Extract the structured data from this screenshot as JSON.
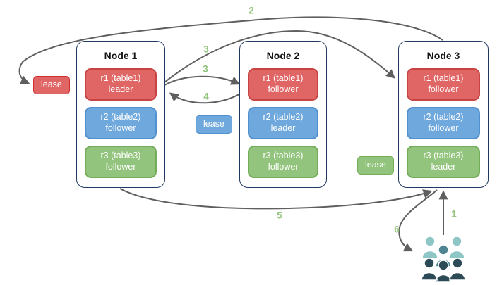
{
  "diagram": {
    "nodes": [
      {
        "title": "Node 1",
        "replicas": [
          {
            "name": "r1 (table1)",
            "role": "leader",
            "color": "red"
          },
          {
            "name": "r2 (table2)",
            "role": "follower",
            "color": "blue"
          },
          {
            "name": "r3 (table3)",
            "role": "follower",
            "color": "green"
          }
        ]
      },
      {
        "title": "Node 2",
        "replicas": [
          {
            "name": "r1 (table1)",
            "role": "follower",
            "color": "red"
          },
          {
            "name": "r2 (table2)",
            "role": "leader",
            "color": "blue"
          },
          {
            "name": "r3 (table3)",
            "role": "follower",
            "color": "green"
          }
        ]
      },
      {
        "title": "Node 3",
        "replicas": [
          {
            "name": "r1 (table1)",
            "role": "follower",
            "color": "red"
          },
          {
            "name": "r2 (table2)",
            "role": "follower",
            "color": "blue"
          },
          {
            "name": "r3 (table3)",
            "role": "leader",
            "color": "green"
          }
        ]
      }
    ],
    "leases": [
      {
        "label": "lease",
        "color": "red"
      },
      {
        "label": "lease",
        "color": "blue"
      },
      {
        "label": "lease",
        "color": "green"
      }
    ],
    "steps": {
      "s1": "1",
      "s2": "2",
      "s3a": "3",
      "s3b": "3",
      "s4": "4",
      "s5": "5",
      "s6": "6"
    },
    "icons": {
      "users": "users-group-icon"
    },
    "colors": {
      "replica_red_fill": "#e06666",
      "replica_red_border": "#c84343",
      "replica_blue_fill": "#6fa8dc",
      "replica_blue_border": "#5191cf",
      "replica_green_fill": "#93c47d",
      "replica_green_border": "#74ad59",
      "node_border": "#22395f",
      "arrow": "#5f5f5f",
      "step_label": "#93c47d",
      "users_light": "#8ec6c6",
      "users_medium": "#4f8591",
      "users_dark": "#2d4a57"
    }
  }
}
